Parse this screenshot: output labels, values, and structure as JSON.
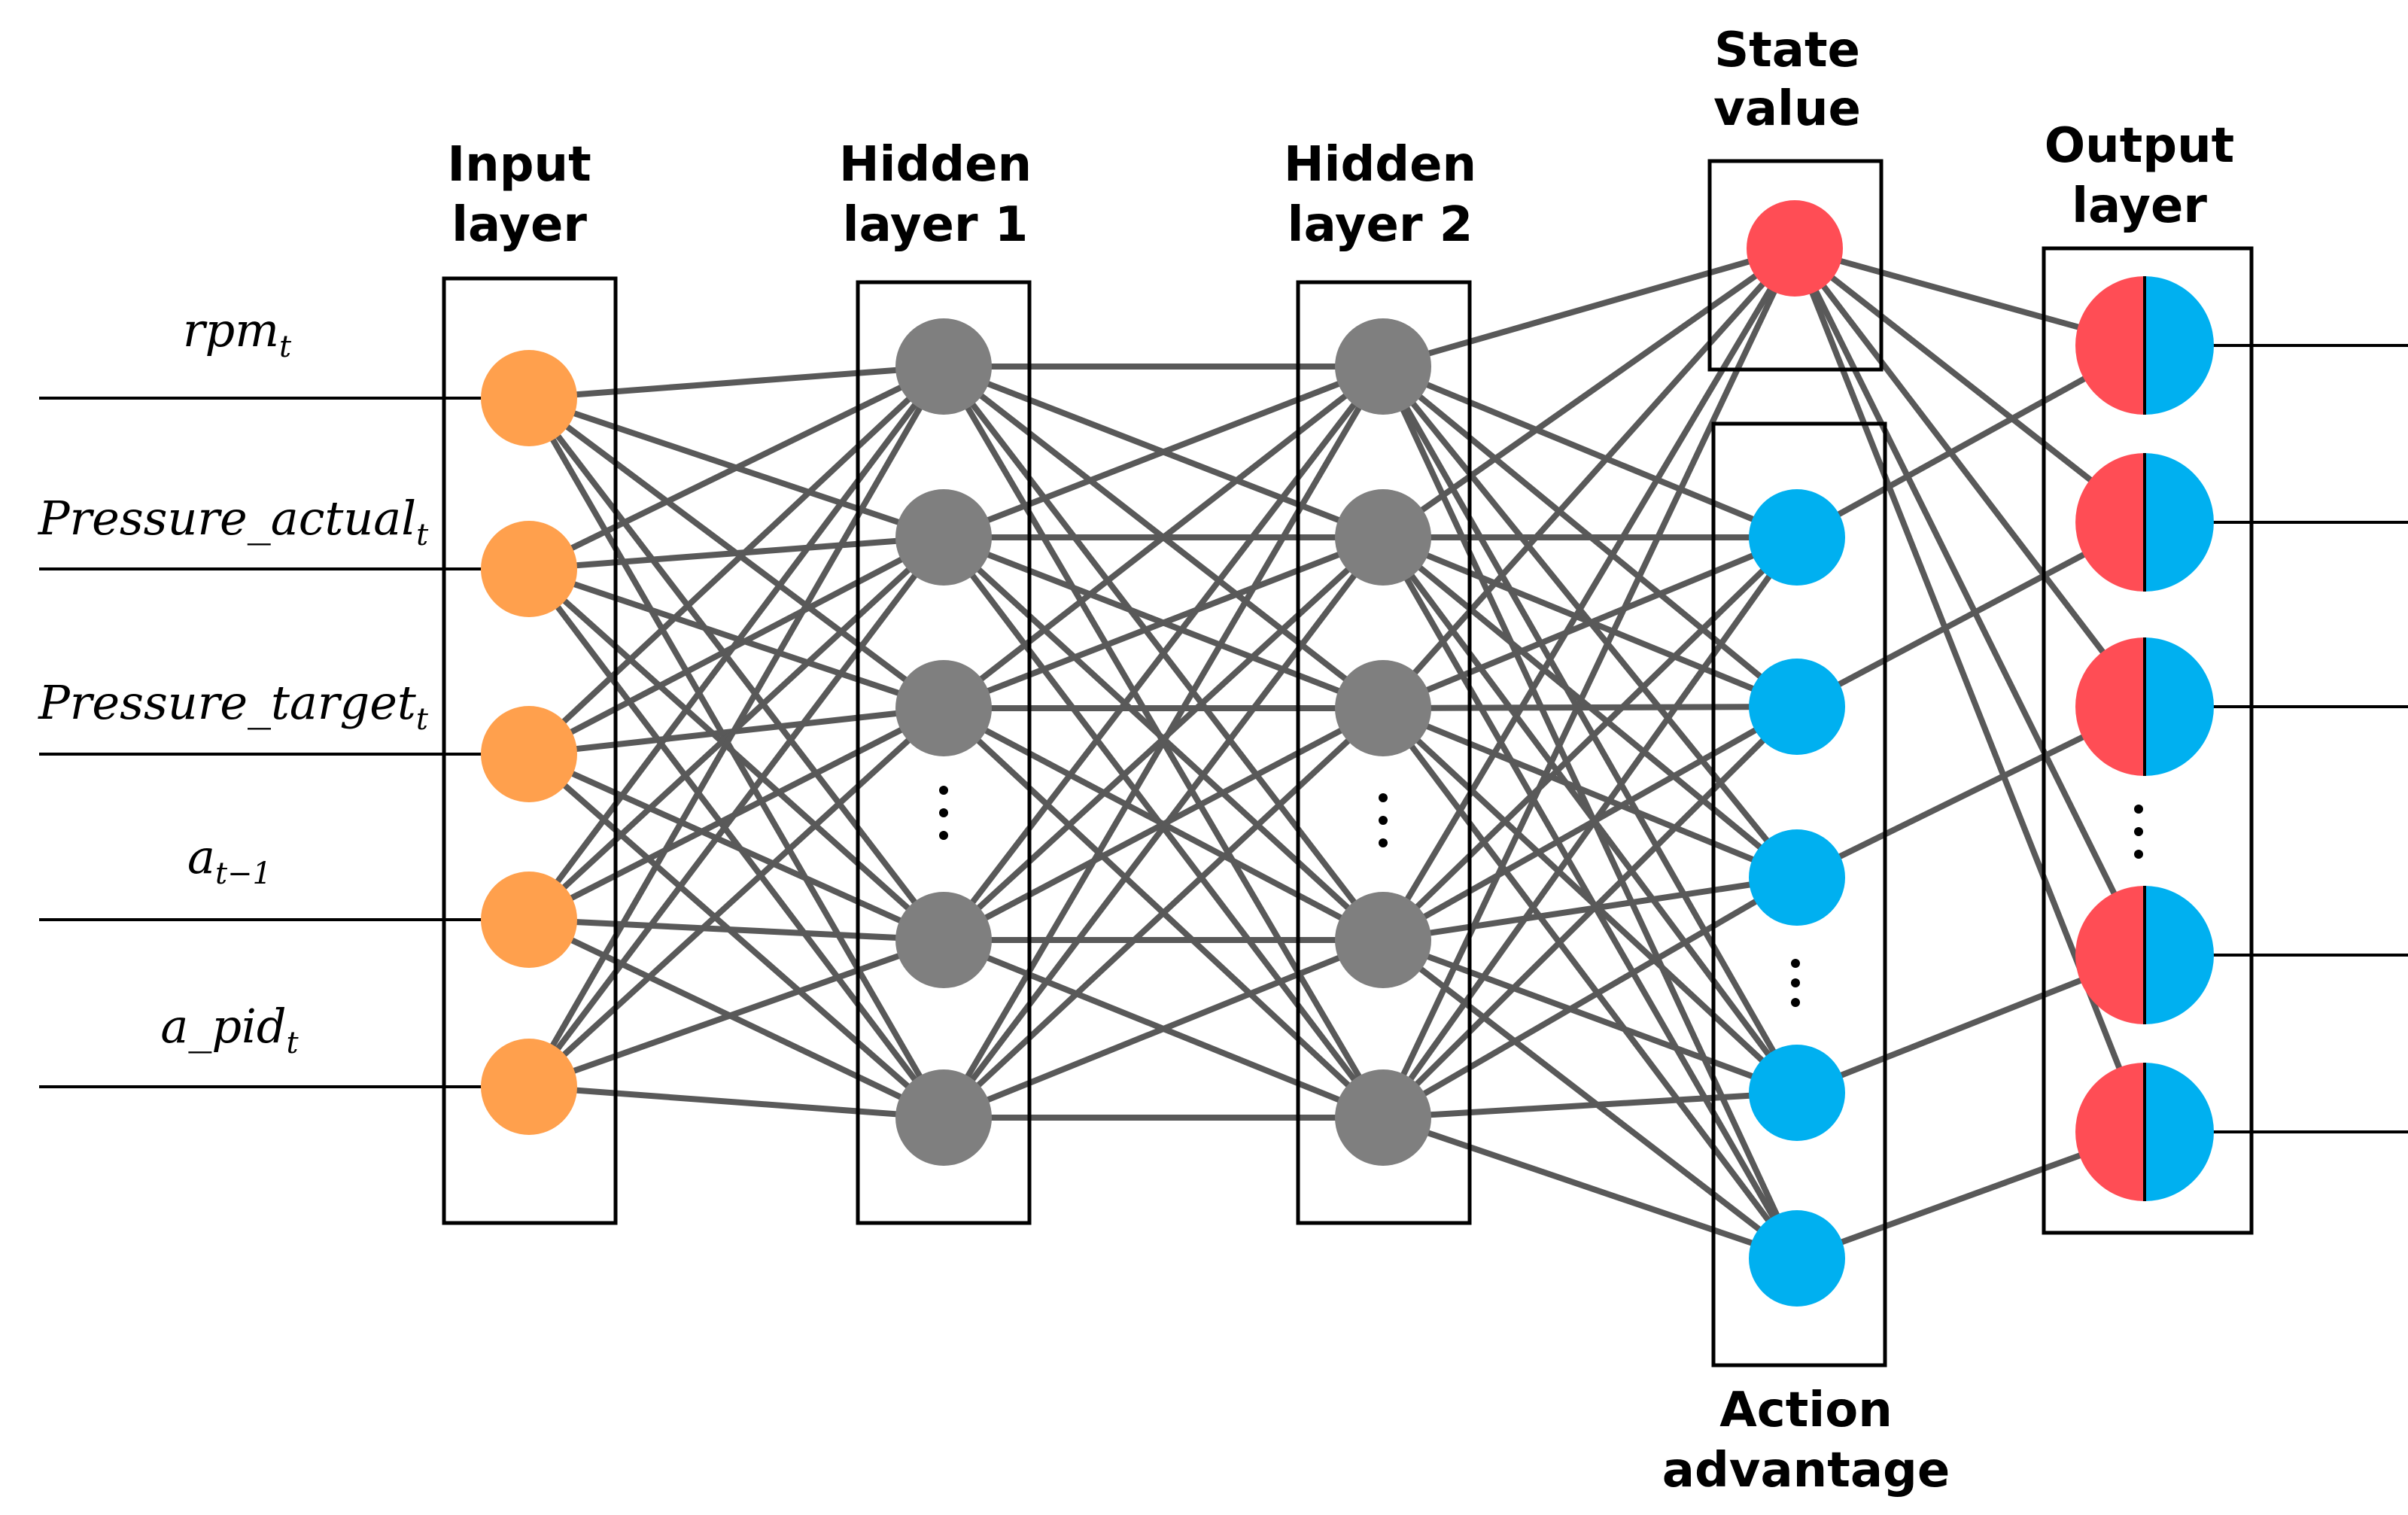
{
  "layers": {
    "input": {
      "title_line1": "Input",
      "title_line2": "layer"
    },
    "hidden1": {
      "title_line1": "Hidden",
      "title_line2": "layer 1"
    },
    "hidden2": {
      "title_line1": "Hidden",
      "title_line2": "layer 2"
    },
    "state_value": {
      "title_line1": "State",
      "title_line2": "value"
    },
    "action_advantage": {
      "title_line1": "Action",
      "title_line2": "advantage"
    },
    "output": {
      "title_line1": "Output",
      "title_line2": "layer"
    }
  },
  "inputs": [
    {
      "main": "rpm",
      "sub": "t",
      "color": "#000000"
    },
    {
      "main": "Pressure_actual",
      "sub": "t",
      "color": "#000000"
    },
    {
      "main": "Pressure_target",
      "sub": "t",
      "color": "#000000"
    },
    {
      "main": "a",
      "sub": "t−1",
      "color": "#000000"
    },
    {
      "main": "a_pid",
      "sub": "t",
      "color": "#ff4d4d"
    }
  ],
  "colors": {
    "input_node": "#ffa04d",
    "hidden_node": "#7f7f7f",
    "state_node": "#ff4d55",
    "advantage_node": "#00b0f0",
    "output_left": "#ff4d55",
    "output_right": "#00b0f0",
    "edge": "#595959"
  }
}
